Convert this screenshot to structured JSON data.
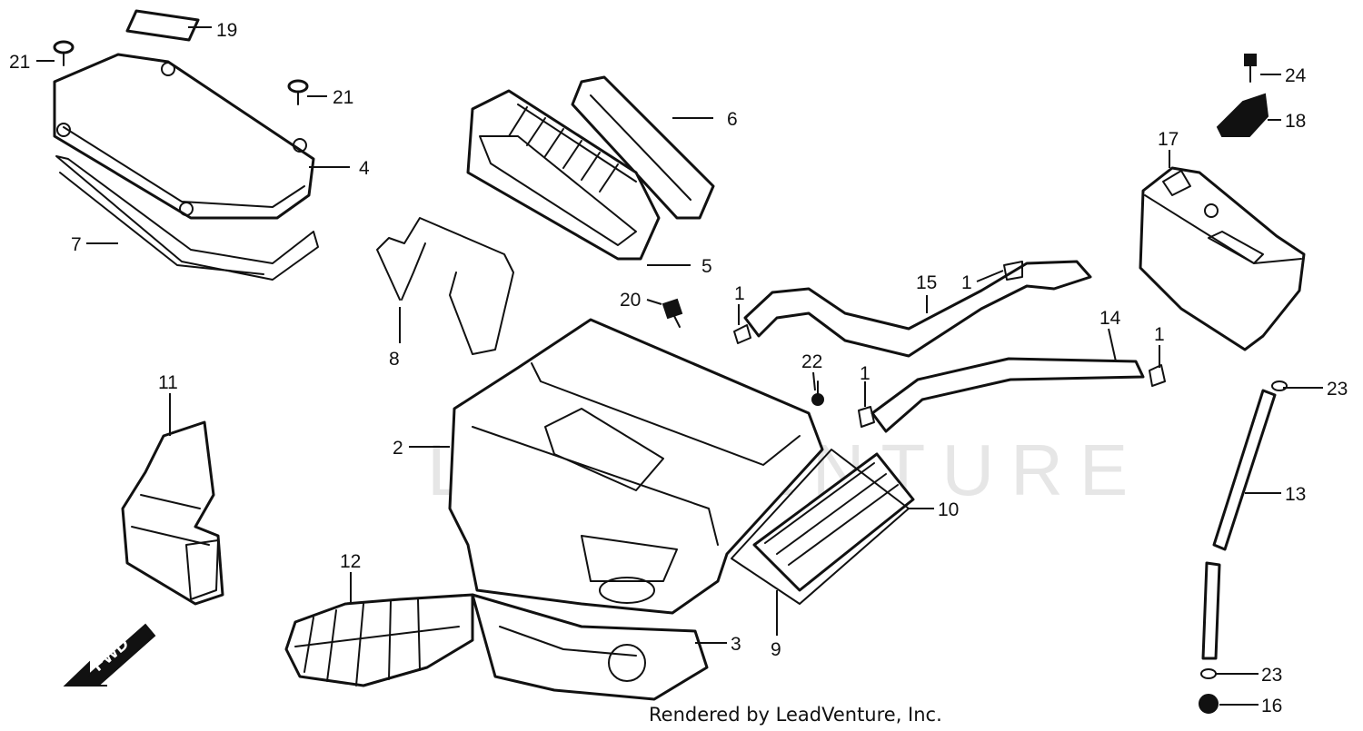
{
  "diagram": {
    "watermark": "LEADVENTURE",
    "direction_label": "FWD",
    "footer_credit": "Rendered by LeadVenture, Inc.",
    "callouts": {
      "c1a": "1",
      "c1b": "1",
      "c1c": "1",
      "c1d": "1",
      "c2": "2",
      "c3": "3",
      "c4": "4",
      "c5": "5",
      "c6": "6",
      "c7": "7",
      "c8": "8",
      "c9": "9",
      "c10": "10",
      "c11": "11",
      "c12": "12",
      "c13": "13",
      "c14": "14",
      "c15": "15",
      "c16": "16",
      "c17": "17",
      "c18": "18",
      "c19": "19",
      "c20": "20",
      "c21a": "21",
      "c21b": "21",
      "c22": "22",
      "c23a": "23",
      "c23b": "23",
      "c24": "24"
    }
  }
}
